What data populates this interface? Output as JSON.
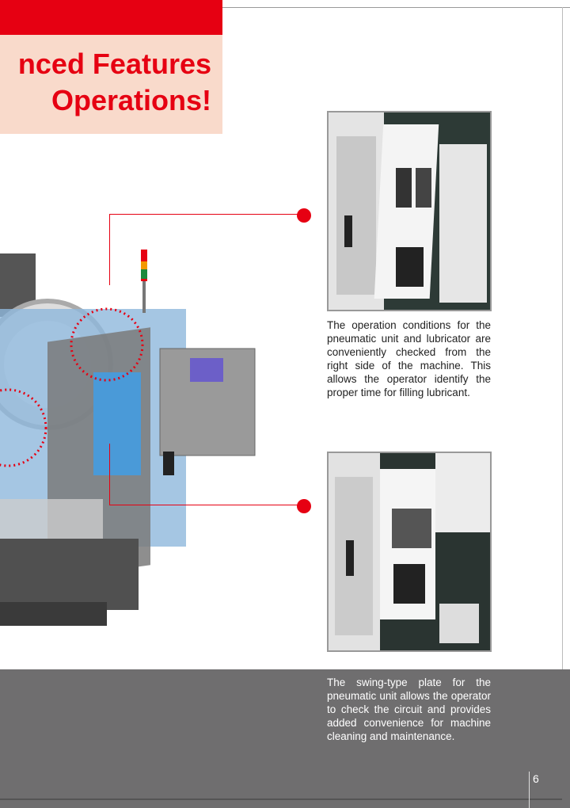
{
  "header": {
    "title_line1": "nced Features",
    "title_line2": "Operations!"
  },
  "captions": [
    "The operation conditions for the pneumatic unit and lubricator are conveniently checked from the right side of the machine. This allows the operator identify the proper time for filling lubricant.",
    "The swing-type plate for the pneumatic unit allows the operator to check the circuit and provides added convenience for machine cleaning and maintenance."
  ],
  "page_number": "6",
  "colors": {
    "accent": "#e60012",
    "title_bg": "#f9dacb",
    "footer_bg": "#6f6e6f"
  }
}
